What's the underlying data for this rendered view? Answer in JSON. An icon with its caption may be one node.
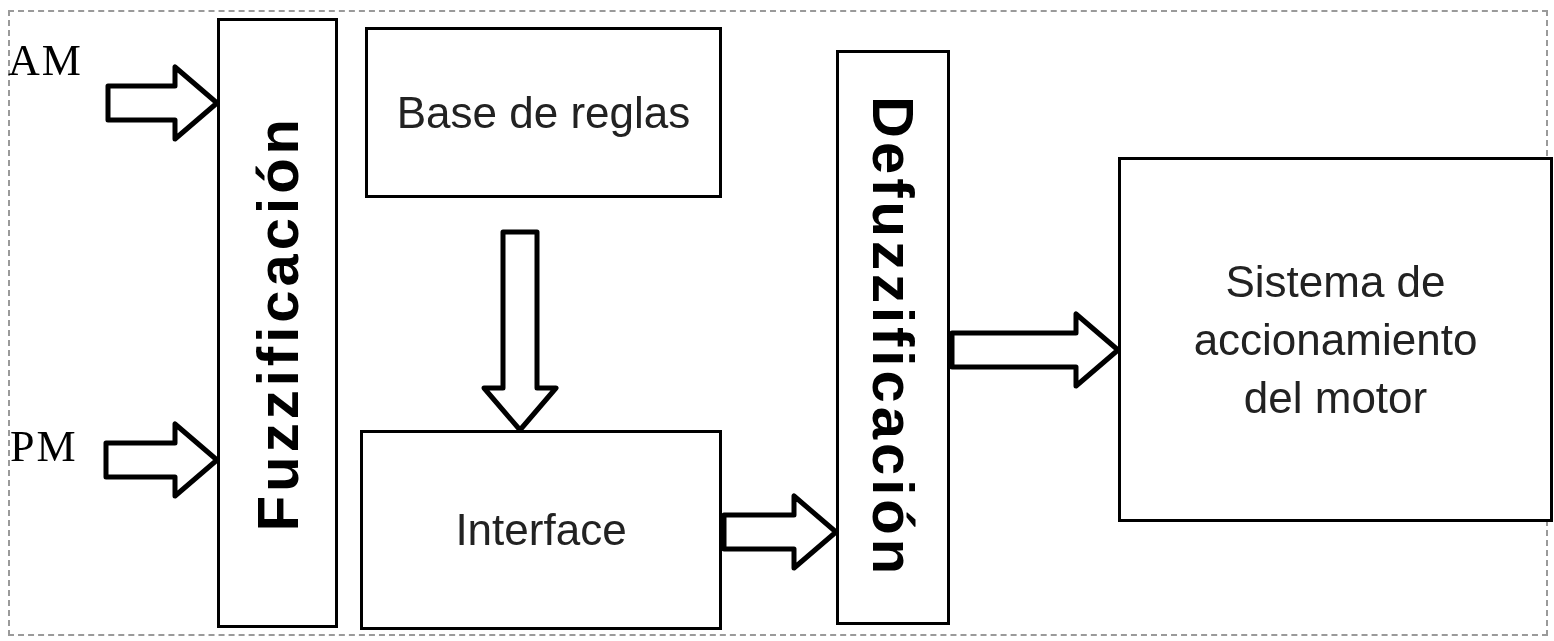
{
  "diagram": {
    "nodes": [
      {
        "text": [
          "AM"
        ]
      },
      {
        "text": [
          "PM"
        ]
      },
      {
        "text": [
          "Fuzzificación"
        ]
      },
      {
        "text": [
          "Base de reglas"
        ]
      },
      {
        "text": [
          "Interface"
        ]
      },
      {
        "text": [
          "Defuzzificación"
        ]
      },
      {
        "text": [
          "Sistema de accionamiento del motor"
        ]
      }
    ],
    "edges": [
      {
        "from": 0,
        "to": 2,
        "arrow": "to"
      },
      {
        "from": 1,
        "to": 2,
        "arrow": "to"
      },
      {
        "from": 3,
        "to": 4,
        "arrow": "to"
      },
      {
        "from": 4,
        "to": 5,
        "arrow": "to"
      },
      {
        "from": 5,
        "to": 6,
        "arrow": "to"
      }
    ]
  }
}
